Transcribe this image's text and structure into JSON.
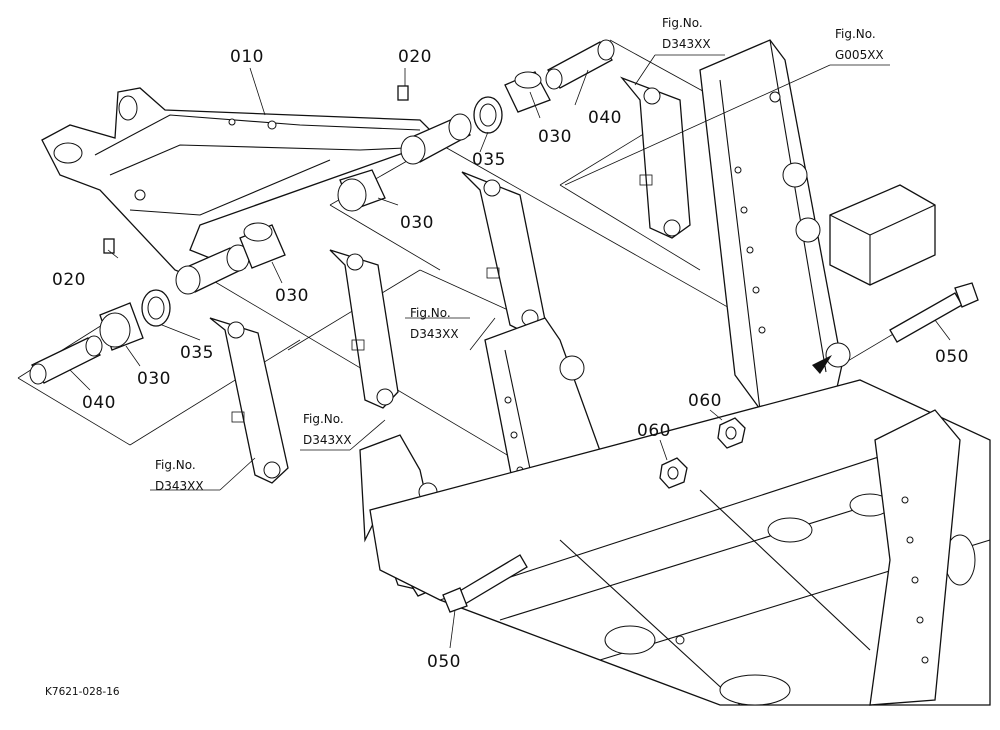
{
  "diagram": {
    "part_numbers": {
      "p010": "010",
      "p020_top": "020",
      "p020_left": "020",
      "p030_a": "030",
      "p030_b": "030",
      "p030_c": "030",
      "p030_d": "030",
      "p035_a": "035",
      "p035_b": "035",
      "p040_a": "040",
      "p040_b": "040",
      "p050_a": "050",
      "p050_b": "050",
      "p060_a": "060",
      "p060_b": "060"
    },
    "figure_refs": {
      "fig_top": {
        "line1": "Fig.No.",
        "line2": "D343XX"
      },
      "fig_right": {
        "line1": "Fig.No.",
        "line2": "G005XX"
      },
      "fig_mid": {
        "line1": "Fig.No.",
        "line2": "D343XX"
      },
      "fig_center": {
        "line1": "Fig.No.",
        "line2": "D343XX"
      },
      "fig_left": {
        "line1": "Fig.No.",
        "line2": "D343XX"
      }
    },
    "drawing_code": "K7621-028-16"
  }
}
